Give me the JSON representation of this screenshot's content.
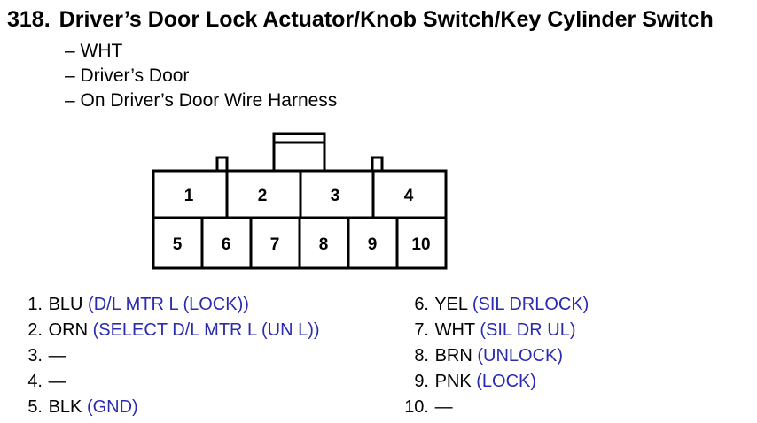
{
  "colors": {
    "wire_desc": "#2b2bb0",
    "text": "#000000",
    "outline": "#000000"
  },
  "title": {
    "number": "318.",
    "text": "Driver’s Door Lock Actuator/Knob Switch/Key Cylinder Switch"
  },
  "details": [
    "– WHT",
    "– Driver’s Door",
    "– On Driver’s Door Wire Harness"
  ],
  "connector": {
    "top_row": [
      "1",
      "2",
      "3",
      "4"
    ],
    "bottom_row": [
      "5",
      "6",
      "7",
      "8",
      "9",
      "10"
    ]
  },
  "pins_left": [
    {
      "index": "1.",
      "color": "BLU",
      "desc": "(D/L MTR L (LOCK))"
    },
    {
      "index": "2.",
      "color": "ORN",
      "desc": "(SELECT D/L MTR L (UN L))"
    },
    {
      "index": "3.",
      "color": "—",
      "desc": ""
    },
    {
      "index": "4.",
      "color": "—",
      "desc": ""
    },
    {
      "index": "5.",
      "color": "BLK",
      "desc": "(GND)"
    }
  ],
  "pins_right": [
    {
      "index": "6.",
      "color": "YEL",
      "desc": "(SIL DRLOCK)"
    },
    {
      "index": "7.",
      "color": "WHT",
      "desc": "(SIL DR UL)"
    },
    {
      "index": "8.",
      "color": "BRN",
      "desc": "(UNLOCK)"
    },
    {
      "index": "9.",
      "color": "PNK",
      "desc": "(LOCK)"
    },
    {
      "index": "10.",
      "color": "—",
      "desc": ""
    }
  ]
}
